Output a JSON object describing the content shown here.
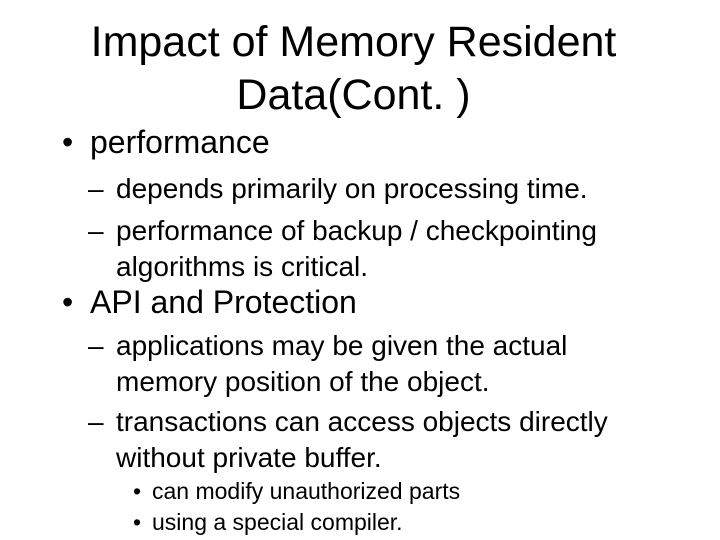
{
  "slide": {
    "title": {
      "lines": [
        "Impact of Memory Resident",
        "Data(Cont. )"
      ]
    },
    "items": [
      {
        "level": 1,
        "marker": "•",
        "lines": [
          "performance"
        ]
      },
      {
        "level": 2,
        "marker": "–",
        "lines": [
          "depends primarily on processing time."
        ]
      },
      {
        "level": 2,
        "marker": "–",
        "lines": [
          "performance of backup / checkpointing",
          "algorithms is critical."
        ]
      },
      {
        "level": 1,
        "marker": "•",
        "lines": [
          "API and Protection"
        ]
      },
      {
        "level": 2,
        "marker": "–",
        "lines": [
          "applications may be given the actual",
          "memory position of the object."
        ]
      },
      {
        "level": 2,
        "marker": "–",
        "lines": [
          "transactions can access objects directly",
          "without private buffer."
        ]
      },
      {
        "level": 3,
        "marker": "•",
        "lines": [
          "can modify unauthorized parts"
        ]
      },
      {
        "level": 3,
        "marker": "•",
        "lines": [
          "using a special compiler."
        ]
      }
    ],
    "colors": {
      "background": "#ffffff",
      "text": "#000000"
    }
  }
}
